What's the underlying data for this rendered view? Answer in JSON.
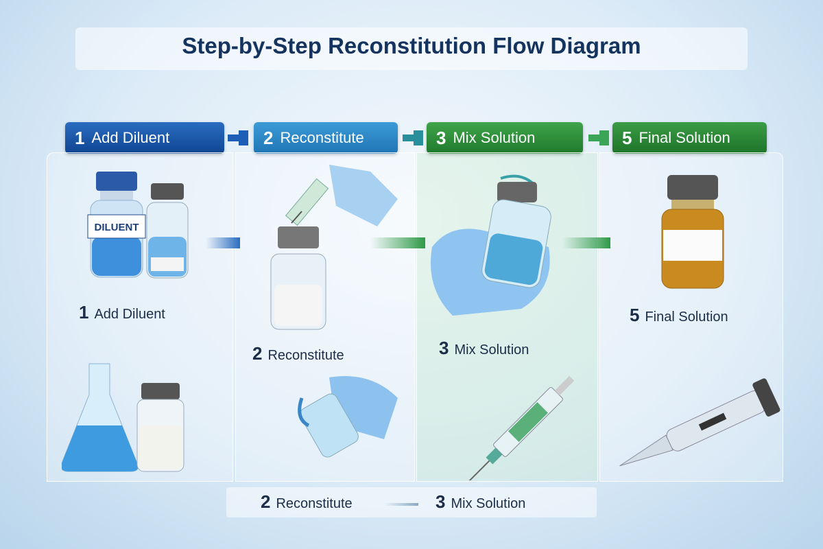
{
  "title": "Step-by-Step Reconstitution Flow Diagram",
  "header_steps": [
    {
      "num": "1",
      "label": "Add Diluent",
      "color": "#1556a6"
    },
    {
      "num": "2",
      "label": "Reconstitute",
      "color": "#2a86c4"
    },
    {
      "num": "3",
      "label": "Mix Solution",
      "color": "#2f8f3a"
    },
    {
      "num": "5",
      "label": "Final Solution",
      "color": "#2a8a3a"
    }
  ],
  "panel_labels": [
    {
      "num": "1",
      "label": "Add Diluent"
    },
    {
      "num": "2",
      "label": "Reconstitute"
    },
    {
      "num": "3",
      "label": "Mix Solution"
    },
    {
      "num": "5",
      "label": "Final Solution"
    }
  ],
  "vial_label": "DILUENT",
  "bottom_flow": [
    {
      "num": "2",
      "label": "Reconstitute"
    },
    {
      "num": "3",
      "label": "Mix Solution"
    }
  ]
}
